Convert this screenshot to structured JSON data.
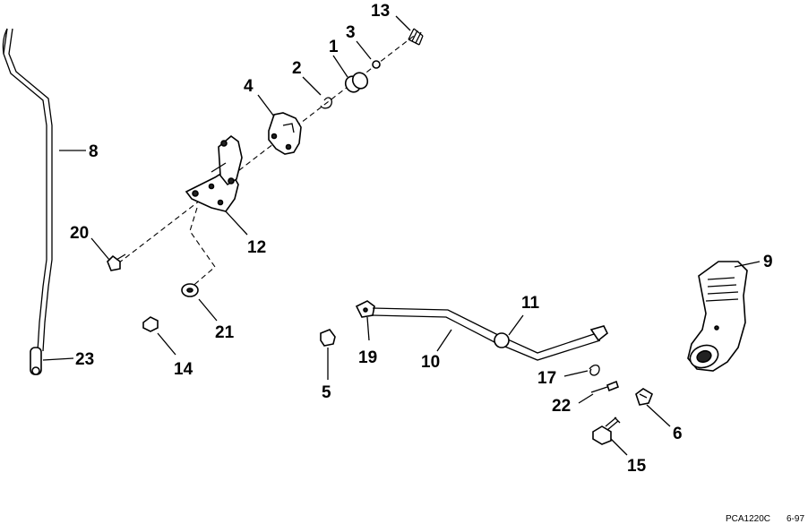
{
  "diagram": {
    "callouts": [
      {
        "id": "c1",
        "text": "1"
      },
      {
        "id": "c2",
        "text": "2"
      },
      {
        "id": "c3",
        "text": "3"
      },
      {
        "id": "c4",
        "text": "4"
      },
      {
        "id": "c5",
        "text": "5"
      },
      {
        "id": "c6",
        "text": "6"
      },
      {
        "id": "c8",
        "text": "8"
      },
      {
        "id": "c9",
        "text": "9"
      },
      {
        "id": "c10",
        "text": "10"
      },
      {
        "id": "c11",
        "text": "11"
      },
      {
        "id": "c12",
        "text": "12"
      },
      {
        "id": "c13",
        "text": "13"
      },
      {
        "id": "c14",
        "text": "14"
      },
      {
        "id": "c15",
        "text": "15"
      },
      {
        "id": "c17",
        "text": "17"
      },
      {
        "id": "c19",
        "text": "19"
      },
      {
        "id": "c20",
        "text": "20"
      },
      {
        "id": "c21",
        "text": "21"
      },
      {
        "id": "c22",
        "text": "22"
      },
      {
        "id": "c23",
        "text": "23"
      }
    ],
    "drawing_code": "PCA1220C",
    "date_code": "6-97"
  }
}
